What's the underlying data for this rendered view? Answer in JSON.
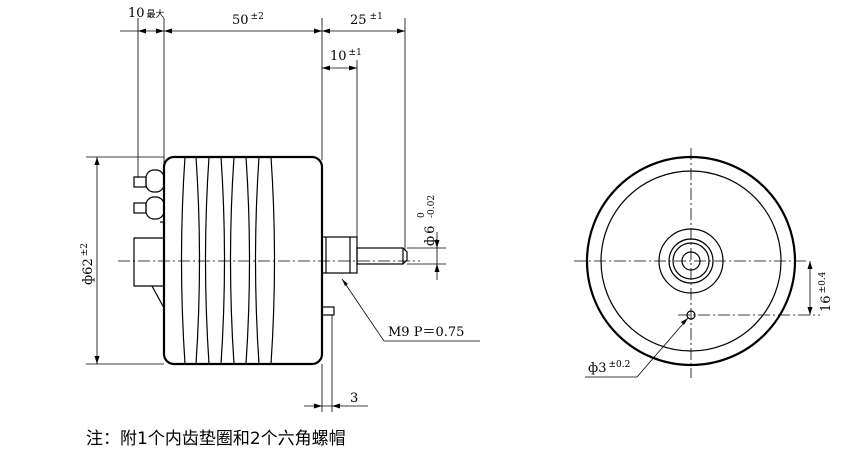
{
  "dimensions": {
    "top_left": {
      "value": "10",
      "tol": "最大"
    },
    "top_mid": {
      "value": "50",
      "tol": "±2"
    },
    "top_right": {
      "value": "25",
      "tol": "±1"
    },
    "shaft_len": {
      "value": "10",
      "tol": "±1"
    },
    "body_dia": {
      "symbol": "ф",
      "value": "62",
      "tol": "±2"
    },
    "shaft_dia": {
      "symbol": "ф",
      "value": "6",
      "tol_upper": "0",
      "tol_lower": "-0.02"
    },
    "thread": "M9  P＝0.75",
    "pin_gap": "3",
    "hole_dia": {
      "symbol": "ф",
      "value": "3",
      "tol": "±0.2"
    },
    "hole_offset": {
      "value": "16",
      "tol": "±0.4"
    }
  },
  "note": "注：附1个内齿垫圈和2个六角螺帽"
}
